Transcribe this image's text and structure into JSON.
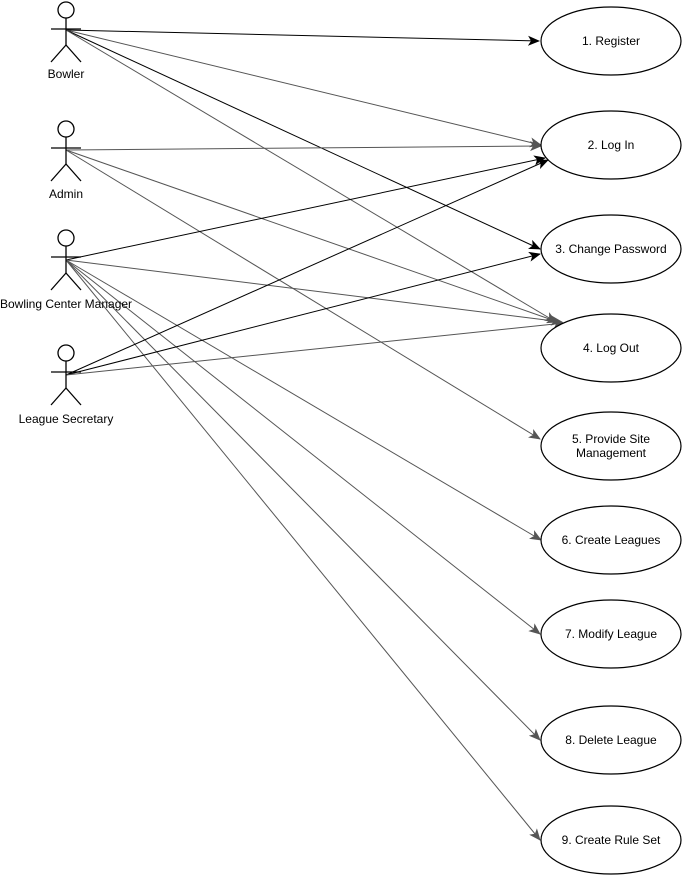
{
  "actors": [
    {
      "id": "bowler",
      "label": "Bowler"
    },
    {
      "id": "admin",
      "label": "Admin"
    },
    {
      "id": "bcm",
      "label": "Bowling Center Manager"
    },
    {
      "id": "secretary",
      "label": "League Secretary"
    }
  ],
  "use_cases": [
    {
      "id": "uc1",
      "lines": [
        "1. Register"
      ]
    },
    {
      "id": "uc2",
      "lines": [
        "2. Log In"
      ]
    },
    {
      "id": "uc3",
      "lines": [
        "3. Change Password"
      ]
    },
    {
      "id": "uc4",
      "lines": [
        "4. Log Out"
      ]
    },
    {
      "id": "uc5",
      "lines": [
        "5. Provide Site",
        "Management"
      ]
    },
    {
      "id": "uc6",
      "lines": [
        "6. Create Leagues"
      ]
    },
    {
      "id": "uc7",
      "lines": [
        "7. Modify League"
      ]
    },
    {
      "id": "uc8",
      "lines": [
        "8. Delete League"
      ]
    },
    {
      "id": "uc9",
      "lines": [
        "9. Create Rule Set"
      ]
    }
  ],
  "associations": [
    {
      "from": "bowler",
      "to": "uc1",
      "color": "#000000"
    },
    {
      "from": "bowler",
      "to": "uc2",
      "color": "#555555"
    },
    {
      "from": "bowler",
      "to": "uc3",
      "color": "#000000"
    },
    {
      "from": "bowler",
      "to": "uc4",
      "color": "#555555"
    },
    {
      "from": "admin",
      "to": "uc2",
      "color": "#555555"
    },
    {
      "from": "admin",
      "to": "uc4",
      "color": "#555555"
    },
    {
      "from": "admin",
      "to": "uc5",
      "color": "#555555"
    },
    {
      "from": "bcm",
      "to": "uc2",
      "color": "#000000"
    },
    {
      "from": "bcm",
      "to": "uc4",
      "color": "#555555"
    },
    {
      "from": "bcm",
      "to": "uc6",
      "color": "#555555"
    },
    {
      "from": "bcm",
      "to": "uc7",
      "color": "#555555"
    },
    {
      "from": "bcm",
      "to": "uc8",
      "color": "#555555"
    },
    {
      "from": "bcm",
      "to": "uc9",
      "color": "#555555"
    },
    {
      "from": "secretary",
      "to": "uc2",
      "color": "#000000"
    },
    {
      "from": "secretary",
      "to": "uc3",
      "color": "#000000"
    },
    {
      "from": "secretary",
      "to": "uc4",
      "color": "#555555"
    }
  ]
}
